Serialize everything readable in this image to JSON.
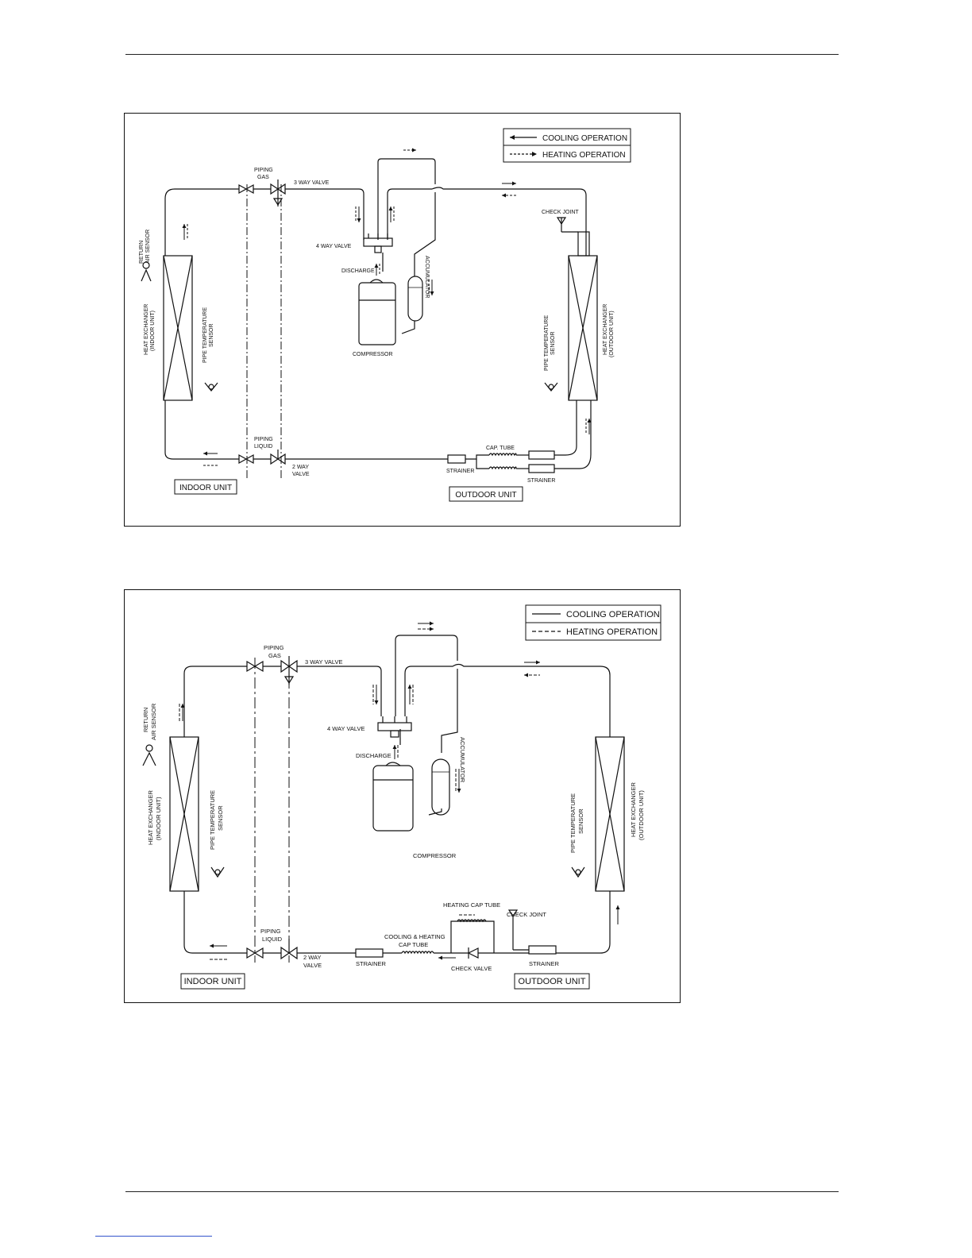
{
  "diagrams": [
    {
      "legend": {
        "cooling": "COOLING OPERATION",
        "heating": "HEATING OPERATION"
      },
      "labels": {
        "piping_gas": [
          "PIPING",
          "GAS"
        ],
        "three_way_valve": "3 WAY VALVE",
        "four_way_valve": "4 WAY VALVE",
        "discharge": "DISCHARGE",
        "accumulator": "ACCUMULATOR",
        "compressor": "COMPRESSOR",
        "check_joint": "CHECK JOINT",
        "return_air_sensor": [
          "RETURN",
          "AIR SENSOR"
        ],
        "indoor_hx": [
          "HEAT EXCHANGER",
          "(INDOOR UNIT)"
        ],
        "indoor_pipe_sensor": [
          "PIPE TEMPERATURE",
          "SENSOR"
        ],
        "outdoor_pipe_sensor": [
          "PIPE TEMPERATURE",
          "SENSOR"
        ],
        "outdoor_hx": [
          "HEAT EXCHANGER",
          "(OUTDOOR UNIT)"
        ],
        "piping_liquid": [
          "PIPING",
          "LIQUID"
        ],
        "two_way_valve": [
          "2 WAY",
          "VALVE"
        ],
        "strainer_left": "STRAINER",
        "cap_tube": "CAP. TUBE",
        "strainer_right": "STRAINER",
        "indoor_unit": "INDOOR UNIT",
        "outdoor_unit": "OUTDOOR UNIT"
      }
    },
    {
      "legend": {
        "cooling": "COOLING OPERATION",
        "heating": "HEATING OPERATION"
      },
      "labels": {
        "piping_gas": [
          "PIPING",
          "GAS"
        ],
        "three_way_valve": "3 WAY VALVE",
        "four_way_valve": "4 WAY VALVE",
        "discharge": "DISCHARGE",
        "accumulator": "ACCUMULATOR",
        "compressor": "COMPRESSOR",
        "return_air_sensor": [
          "RETURN",
          "AIR SENSOR"
        ],
        "indoor_hx": [
          "HEAT EXCHANGER",
          "(INDOOR UNIT)"
        ],
        "indoor_pipe_sensor": [
          "PIPE TEMPERATURE",
          "SENSOR"
        ],
        "outdoor_pipe_sensor": [
          "PIPE TEMPERATURE",
          "SENSOR"
        ],
        "outdoor_hx": [
          "HEAT EXCHANGER",
          "(OUTDOOR UNIT)"
        ],
        "piping_liquid": [
          "PIPING",
          "LIQUID"
        ],
        "two_way_valve": [
          "2 WAY",
          "VALVE"
        ],
        "strainer_left": "STRAINER",
        "cooling_heating_cap_tube": [
          "COOLING & HEATING",
          "CAP TUBE"
        ],
        "heating_cap_tube": "HEATING CAP TUBE",
        "check_joint": "CHECK JOINT",
        "check_valve": "CHECK VALVE",
        "strainer_right": "STRAINER",
        "indoor_unit": "INDOOR UNIT",
        "outdoor_unit": "OUTDOOR UNIT"
      }
    }
  ]
}
